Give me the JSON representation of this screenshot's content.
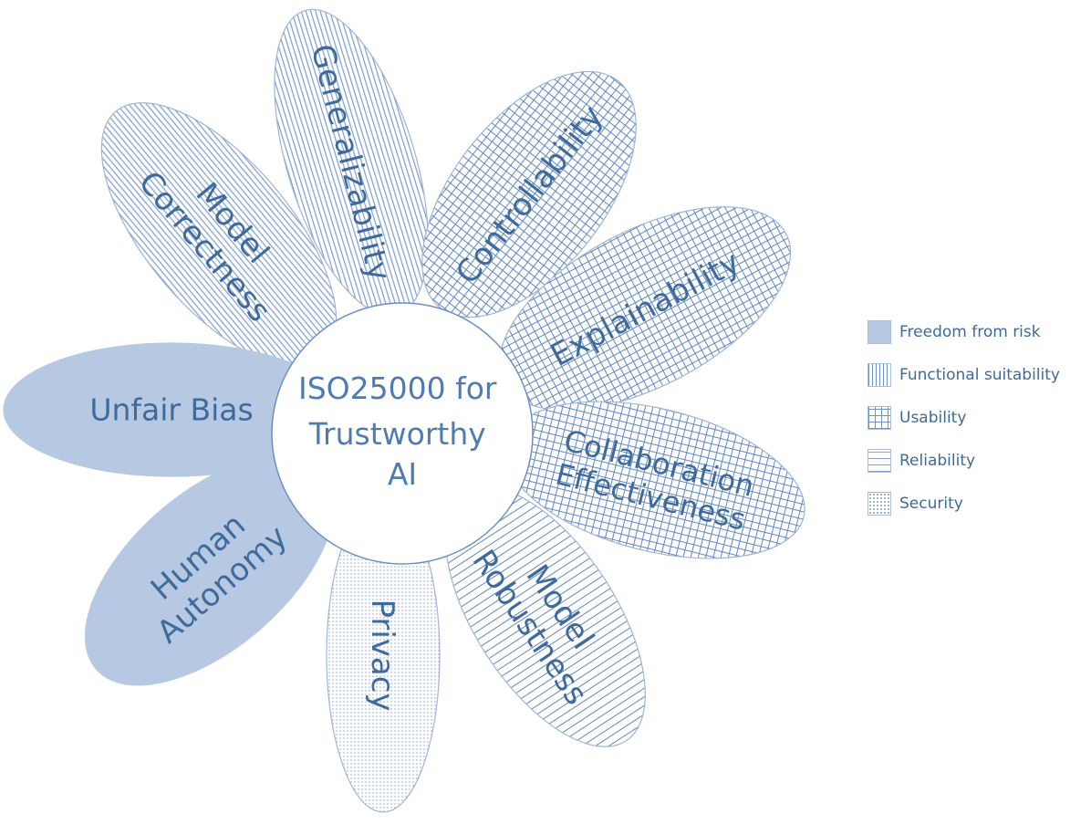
{
  "diagram": {
    "center_label": [
      "ISO25000 for",
      "Trustworthy",
      "AI"
    ],
    "petals": [
      {
        "id": "generalizability",
        "lines": [
          "Generalizability"
        ],
        "category": "functional"
      },
      {
        "id": "model-correctness",
        "lines": [
          "Model",
          "Correctness"
        ],
        "category": "functional"
      },
      {
        "id": "controllability",
        "lines": [
          "Controllability"
        ],
        "category": "usability"
      },
      {
        "id": "explainability",
        "lines": [
          "Explainability"
        ],
        "category": "usability"
      },
      {
        "id": "collaboration-effectiveness",
        "lines": [
          "Collaboration",
          "Effectiveness"
        ],
        "category": "usability"
      },
      {
        "id": "model-robustness",
        "lines": [
          "Model",
          "Robustness"
        ],
        "category": "reliability"
      },
      {
        "id": "privacy",
        "lines": [
          "Privacy"
        ],
        "category": "security"
      },
      {
        "id": "human-autonomy",
        "lines": [
          "Human",
          "Autonomy"
        ],
        "category": "freedom"
      },
      {
        "id": "unfair-bias",
        "lines": [
          "Unfair Bias"
        ],
        "category": "freedom"
      }
    ]
  },
  "legend": {
    "items": [
      {
        "key": "freedom",
        "label": "Freedom from risk"
      },
      {
        "key": "functional",
        "label": "Functional suitability"
      },
      {
        "key": "usability",
        "label": "Usability"
      },
      {
        "key": "reliability",
        "label": "Reliability"
      },
      {
        "key": "security",
        "label": "Security"
      }
    ]
  },
  "colors": {
    "fill_solid": "#b7c8e3",
    "pattern_stroke": "#6e93c7",
    "outline": "#9fb4d6",
    "text": "#3e6a9c"
  }
}
